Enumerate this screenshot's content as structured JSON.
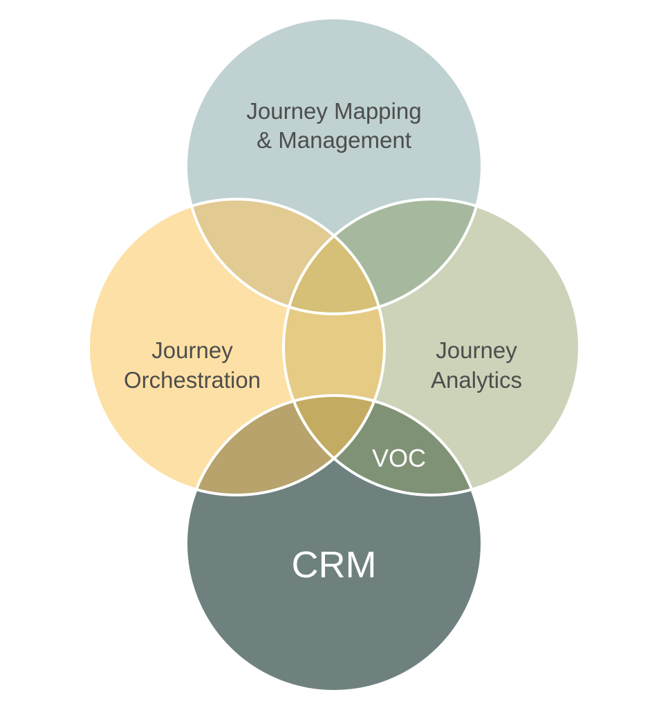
{
  "diagram": {
    "circles": {
      "top": {
        "lines": [
          "Journey Mapping",
          "& Management"
        ],
        "color": "#bfd1d1"
      },
      "left": {
        "lines": [
          "Journey",
          "Orchestration"
        ],
        "color": "#fde0a5"
      },
      "right": {
        "lines": [
          "Journey",
          "Analytics"
        ],
        "color": "#ccd3b8"
      },
      "bottom": {
        "lines": [
          "CRM"
        ],
        "color": "#6e817f"
      }
    },
    "overlaps": {
      "top_left": {
        "color": "#e1cb92"
      },
      "top_right": {
        "color": "#a6b99e"
      },
      "left_right": {
        "color": "#e6cb84"
      },
      "left_bottom": {
        "color": "#b7a36b"
      },
      "right_bottom": {
        "color": "#809275",
        "label": "VOC"
      },
      "top_left_right": {
        "color": "#d6bf76"
      },
      "left_right_bottom": {
        "color": "#c4ab62"
      }
    },
    "outline_color": "#ffffff"
  }
}
